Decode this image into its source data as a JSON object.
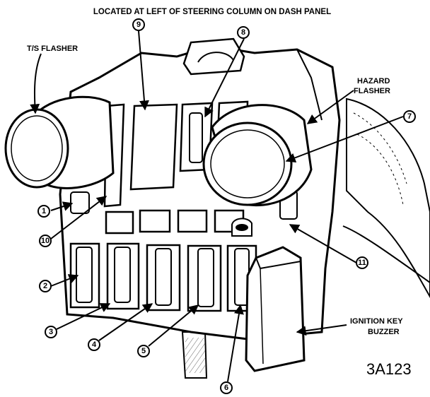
{
  "header": {
    "title": "LOCATED AT LEFT OF STEERING COLUMN ON DASH PANEL"
  },
  "labels": {
    "ts_flasher": "T/S FLASHER",
    "hazard_line1": "HAZARD",
    "hazard_line2": "FLASHER",
    "buzzer_line1": "IGNITION KEY",
    "buzzer_line2": "BUZZER"
  },
  "callouts": [
    "1",
    "2",
    "3",
    "4",
    "5",
    "6",
    "7",
    "8",
    "9",
    "10",
    "11"
  ],
  "figure_id": "3A123"
}
